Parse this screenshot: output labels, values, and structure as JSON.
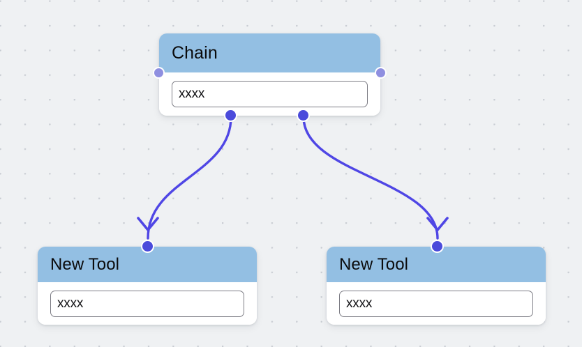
{
  "app": {
    "canvas_background": "#eff1f3",
    "grid_dot_color": "#c8ccd2",
    "edge_color": "#4f46e5",
    "node_header_color": "#93bfe3",
    "node_body_color": "#ffffff",
    "handle_source_color": "#4b4bdb",
    "handle_side_color": "#8f8fe0"
  },
  "nodes": [
    {
      "id": "chain",
      "title": "Chain",
      "input_value": "xxxx",
      "input_placeholder": "xxxx",
      "handles": {
        "left": "input",
        "right": "output",
        "bottom_1": "tool-1",
        "bottom_2": "tool-2"
      }
    },
    {
      "id": "tool-left",
      "title": "New Tool",
      "input_value": "xxxx",
      "input_placeholder": "xxxx",
      "handles": {
        "top": "target"
      }
    },
    {
      "id": "tool-right",
      "title": "New Tool",
      "input_value": "xxxx",
      "input_placeholder": "xxxx",
      "handles": {
        "top": "target"
      }
    }
  ],
  "edges": [
    {
      "id": "edge-1",
      "from": "chain.bottom_1",
      "to": "tool-left.top",
      "style": "bezier",
      "arrow": "chevron"
    },
    {
      "id": "edge-2",
      "from": "chain.bottom_2",
      "to": "tool-right.top",
      "style": "bezier",
      "arrow": "chevron"
    }
  ]
}
